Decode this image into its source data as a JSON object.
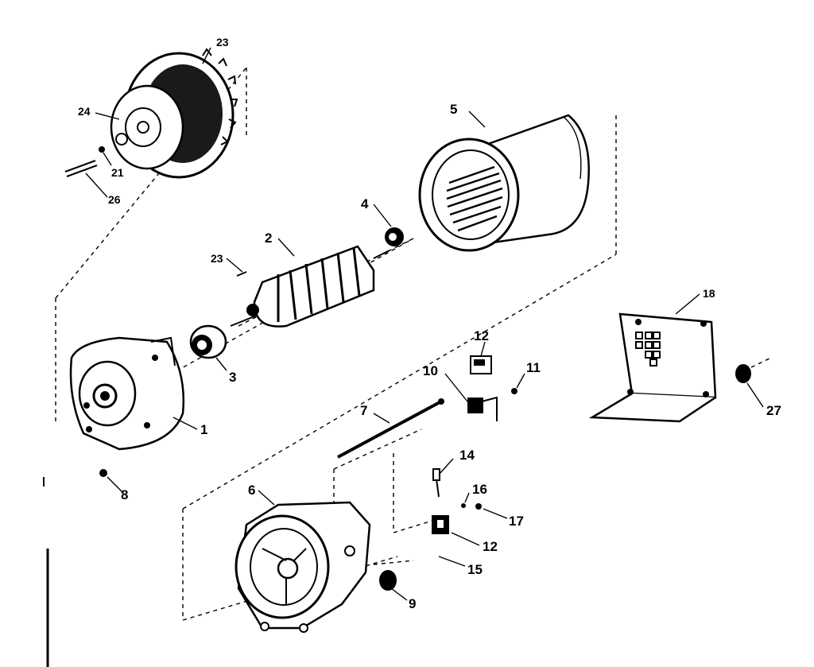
{
  "labels": {
    "l1": "1",
    "l2": "2",
    "l3": "3",
    "l4": "4",
    "l5": "5",
    "l6": "6",
    "l7": "7",
    "l8": "8",
    "l9": "9",
    "l10": "10",
    "l11": "11",
    "l12a": "12",
    "l12b": "12",
    "l14": "14",
    "l15": "15",
    "l16": "16",
    "l17": "17",
    "l23a": "23",
    "l23b": "23",
    "l24": "24",
    "l21": "21",
    "l26": "26",
    "l18": "18",
    "l27": "27"
  }
}
